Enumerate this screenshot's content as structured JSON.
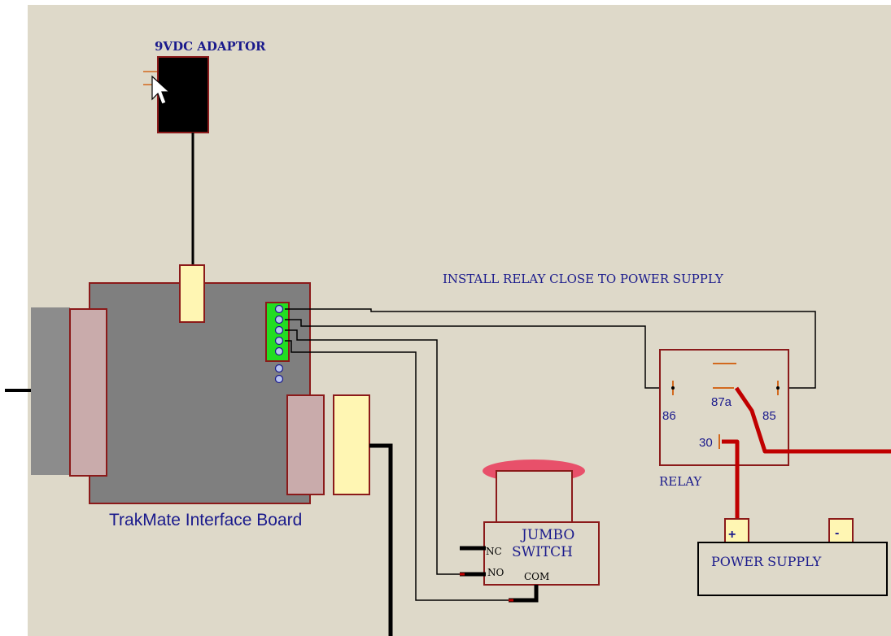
{
  "colors": {
    "canvas": "#DED9C9",
    "label": "#1A1A8C",
    "board": "#7F7F7F",
    "board_border": "#8B1A1A",
    "connector_pink": "#C9ABAB",
    "connector_yellow": "#FFF6B3",
    "terminal_green": "#22DD22",
    "adaptor_fill": "#000000",
    "power_wire": "#C00000",
    "signal_wire": "#000000",
    "button_red": "#E8506A"
  },
  "labels": {
    "adaptor": "9VDC ADAPTOR",
    "install_note": "INSTALL RELAY CLOSE TO POWER SUPPLY",
    "board": "TrakMate Interface Board",
    "switch_line1": "JUMBO",
    "switch_line2": "SWITCH",
    "nc": "NC",
    "no": "NO",
    "com": "COM",
    "relay": "RELAY",
    "pin_86": "86",
    "pin_87a": "87a",
    "pin_85": "85",
    "pin_30": "30",
    "power_supply": "POWER SUPPLY",
    "ps_plus": "+",
    "ps_minus": "-"
  },
  "icons": {
    "cursor": "mouse-pointer-icon"
  }
}
